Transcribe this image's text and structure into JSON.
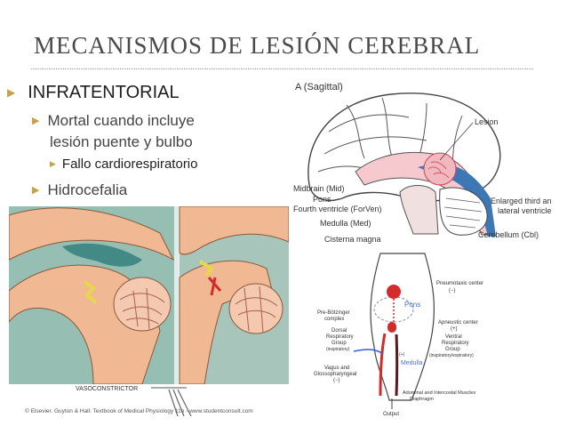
{
  "slide": {
    "title": "MECANISMOS DE LESIÓN CEREBRAL",
    "bullets": {
      "level1": "INFRATENTORIAL",
      "level2a_line1": "Mortal cuando incluye",
      "level2a_line2": "lesión puente y bulbo",
      "level3": "Fallo cardiorespiratorio",
      "level2b": "Hidrocefalia"
    }
  },
  "figure_sagittal": {
    "panel_label": "A (Sagittal)",
    "labels": {
      "lesion": "Lesion",
      "midbrain": "Midbrain (Mid)",
      "pons": "Pons",
      "fourth_ventricle": "Fourth ventricle (ForVen)",
      "medulla": "Medulla (Med)",
      "cisterna": "Cisterna magna",
      "enlarged_line1": "Enlarged third an",
      "enlarged_line2": "lateral ventricle",
      "cerebellum": "Cerebellum (Cbl)"
    }
  },
  "figure_vasoconstrictor": {
    "label": "VASOCONSTRICTOR",
    "credit": "© Elsevier. Guyton & Hall: Textbook of Medical Physiology 11e - www.studentconsult.com"
  },
  "figure_respiratory": {
    "labels": {
      "pneumotaxic": "Pneumotaxic center",
      "pneumotaxic_sign": "(−)",
      "pons": "Pons",
      "apneustic": "Apneustic center",
      "apneustic_sign": "(+)",
      "ventral_line1": "Ventral",
      "ventral_line2": "Respiratory",
      "ventral_line3": "Group",
      "ventral_line4": "(inspiratory/expiratory)",
      "pre_botz_line1": "Pre-Bötzinger",
      "pre_botz_line2": "complex",
      "dorsal_line1": "Dorsal",
      "dorsal_line2": "Respiratory",
      "dorsal_line3": "Group",
      "dorsal_line4": "(inspiratory)",
      "vagus_line1": "Vagus and",
      "vagus_line2": "Glossopharyngeal",
      "vagus_sign": "(−)",
      "medulla": "Medulla",
      "plus_sign": "(+)",
      "muscles_line1": "Adominal and Intercostal Muscles",
      "muscles_line2": "Diaphragm",
      "output": "Output"
    }
  },
  "colors": {
    "bullet_arrow": "#c8a24a",
    "title_text": "#4a4a4a",
    "ventricle_blue": "#3d78b5",
    "lesion_pink": "#f2b8c0",
    "brain_orange": "#f1b894",
    "csf_teal": "#4a9a96",
    "resp_red": "#d42b2b",
    "pons_blue": "#4a6fd1"
  },
  "icons": {
    "bullet": "triangle-right-icon"
  }
}
